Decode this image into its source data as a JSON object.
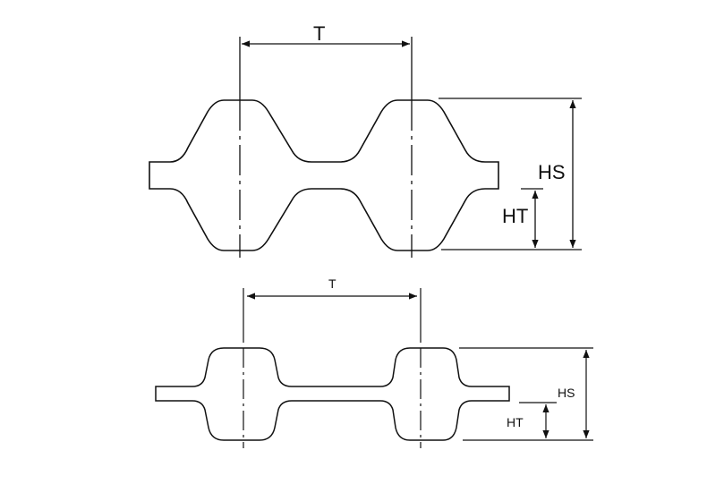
{
  "top_profile": {
    "pitch_label": "T",
    "total_height_label": "HS",
    "tooth_height_label": "HT"
  },
  "bottom_profile": {
    "pitch_label": "T",
    "total_height_label": "HS",
    "tooth_height_label": "HT"
  },
  "colors": {
    "line": "#111111",
    "background": "#ffffff"
  }
}
